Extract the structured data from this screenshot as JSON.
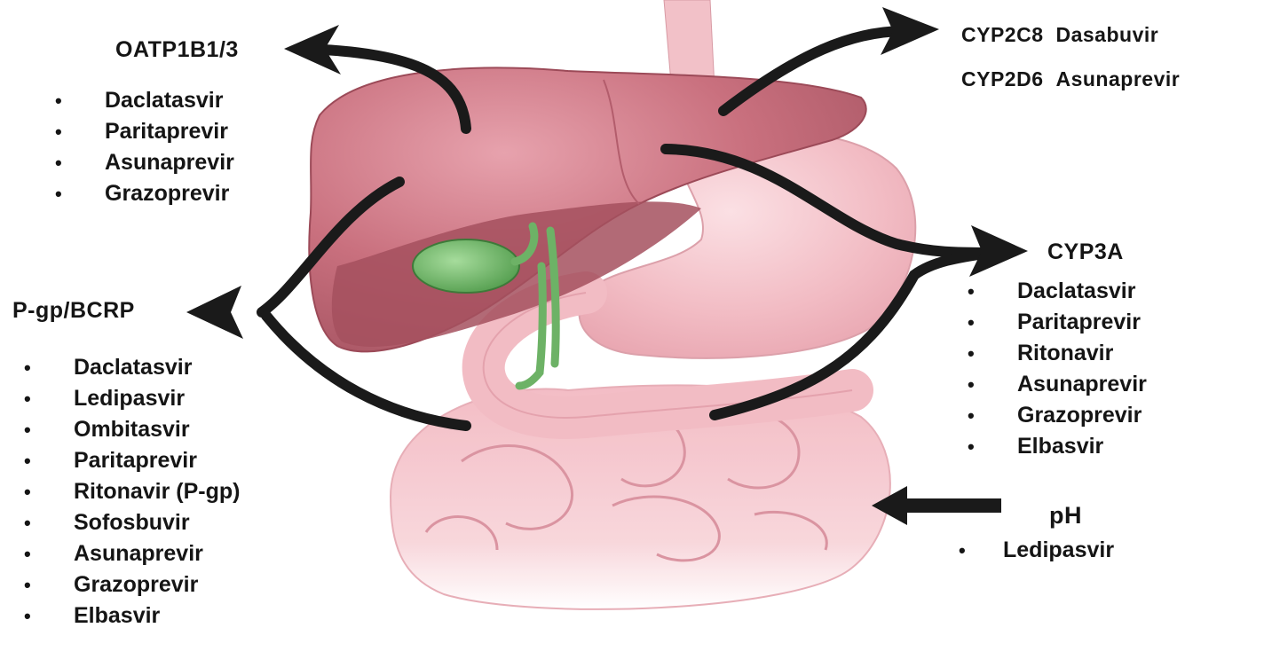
{
  "figure": {
    "oatp": {
      "title": "OATP1B1/3",
      "drugs": [
        "Daclatasvir",
        "Paritaprevir",
        "Asunaprevir",
        "Grazoprevir"
      ]
    },
    "pgp": {
      "title": "P-gp/BCRP",
      "drugs": [
        "Daclatasvir",
        "Ledipasvir",
        "Ombitasvir",
        "Paritaprevir",
        "Ritonavir (P-gp)",
        "Sofosbuvir",
        "Asunaprevir",
        "Grazoprevir",
        "Elbasvir"
      ]
    },
    "cyp_pairs": [
      {
        "enzyme": "CYP2C8",
        "drug": "Dasabuvir"
      },
      {
        "enzyme": "CYP2D6",
        "drug": "Asunaprevir"
      }
    ],
    "cyp3a": {
      "title": "CYP3A",
      "drugs": [
        "Daclatasvir",
        "Paritaprevir",
        "Ritonavir",
        "Asunaprevir",
        "Grazoprevir",
        "Elbasvir"
      ]
    },
    "ph": {
      "title": "pH",
      "drugs": [
        "Ledipasvir"
      ]
    },
    "colors": {
      "liver": "#c9707e",
      "liver_dark": "#a4505e",
      "stomach": "#f0b8c0",
      "intestine": "#f6c9d0",
      "gallbladder": "#6fb86a",
      "arrow": "#1a1a1a",
      "text": "#151515"
    }
  }
}
